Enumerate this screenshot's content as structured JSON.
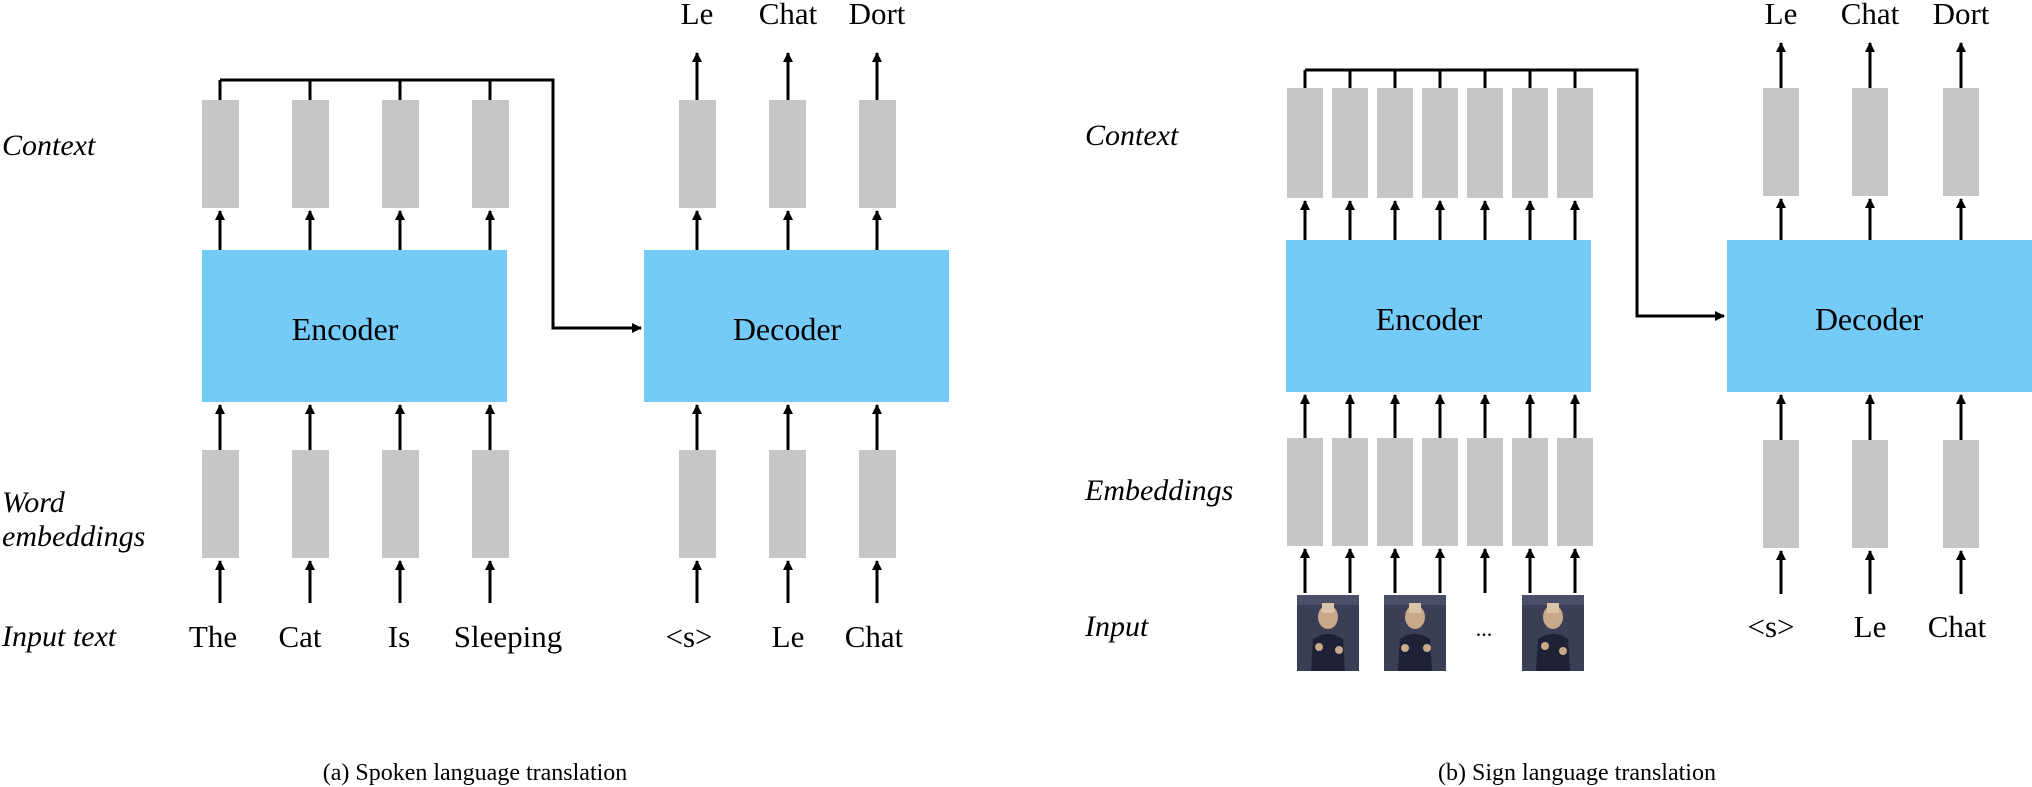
{
  "panel_a": {
    "row_labels": {
      "context": "Context",
      "word_embeddings_line1": "Word",
      "word_embeddings_line2": "embeddings",
      "input_text": "Input text"
    },
    "encoder_label": "Encoder",
    "decoder_label": "Decoder",
    "input_tokens": [
      "The",
      "Cat",
      "Is",
      "Sleeping"
    ],
    "decoder_inputs": [
      "<s>",
      "Le",
      "Chat"
    ],
    "outputs": [
      "Le",
      "Chat",
      "Dort"
    ],
    "caption": "(a) Spoken language translation"
  },
  "panel_b": {
    "row_labels": {
      "context": "Context",
      "embeddings": "Embeddings",
      "input": "Input"
    },
    "encoder_label": "Encoder",
    "decoder_label": "Decoder",
    "input_ellipsis": "...",
    "decoder_inputs": [
      "<s>",
      "Le",
      "Chat"
    ],
    "outputs": [
      "Le",
      "Chat",
      "Dort"
    ],
    "caption": "(b) Sign language translation"
  },
  "colors": {
    "block": "#75cbf8",
    "vector": "#c6c6c6",
    "line": "#000000"
  }
}
